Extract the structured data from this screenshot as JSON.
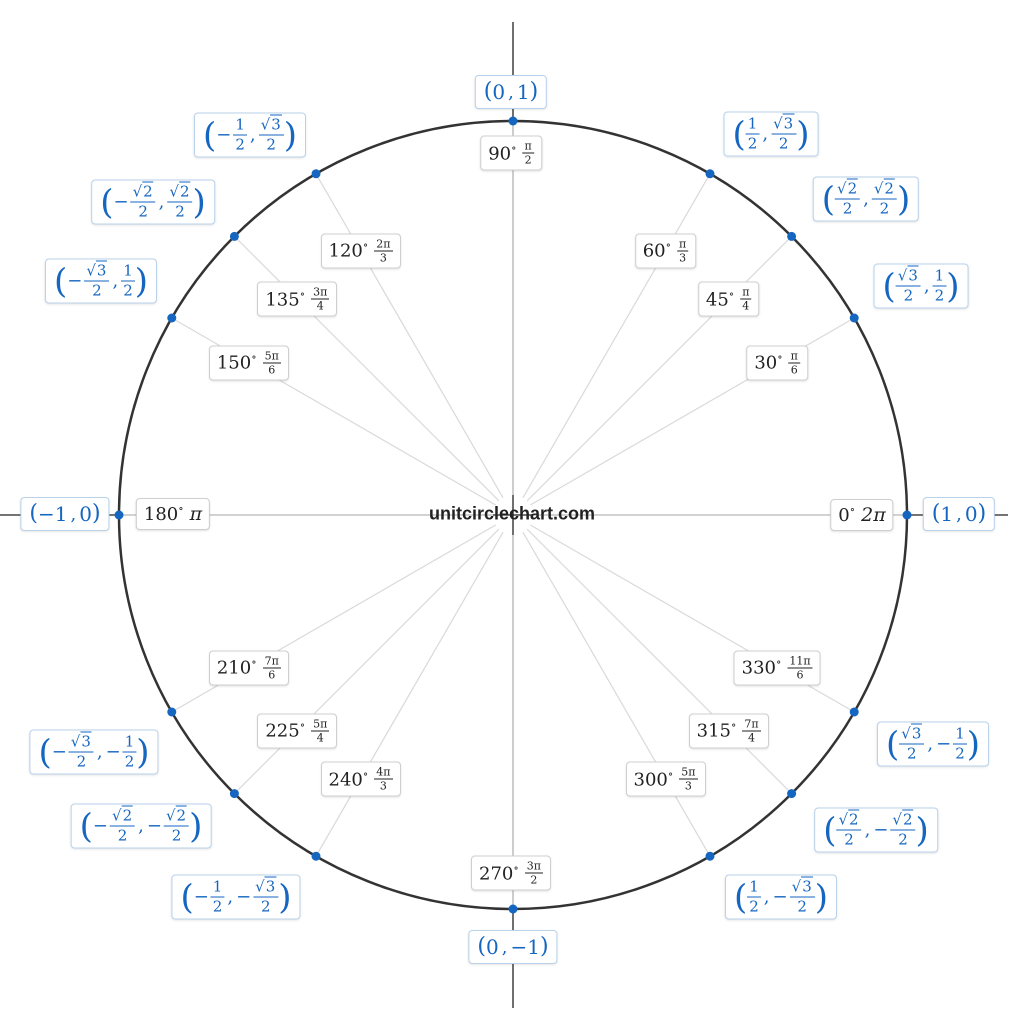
{
  "watermark": "unitcirclechart.com",
  "colors": {
    "circle": "#333333",
    "axis": "#222222",
    "spoke": "#d9d9d9",
    "point": "#1566c0",
    "coord_text": "#1566c0",
    "angle_text": "#222222"
  },
  "angles": [
    {
      "deg": "0",
      "rad_inline": "2π",
      "coord": "(1, 0)",
      "cx": {
        "v": "1"
      },
      "cy": {
        "v": "0"
      }
    },
    {
      "deg": "30",
      "rad_num": "π",
      "rad_den": "6",
      "coord": "(√3/2, 1/2)",
      "cx": {
        "n": "√3",
        "d": "2"
      },
      "cy": {
        "n": "1",
        "d": "2"
      }
    },
    {
      "deg": "45",
      "rad_num": "π",
      "rad_den": "4",
      "coord": "(√2/2, √2/2)",
      "cx": {
        "n": "√2",
        "d": "2"
      },
      "cy": {
        "n": "√2",
        "d": "2"
      }
    },
    {
      "deg": "60",
      "rad_num": "π",
      "rad_den": "3",
      "coord": "(1/2, √3/2)",
      "cx": {
        "n": "1",
        "d": "2"
      },
      "cy": {
        "n": "√3",
        "d": "2"
      }
    },
    {
      "deg": "90",
      "rad_num": "π",
      "rad_den": "2",
      "coord": "(0, 1)",
      "cx": {
        "v": "0"
      },
      "cy": {
        "v": "1"
      }
    },
    {
      "deg": "120",
      "rad_num": "2π",
      "rad_den": "3",
      "coord": "(−1/2, √3/2)",
      "cx": {
        "s": "−",
        "n": "1",
        "d": "2"
      },
      "cy": {
        "n": "√3",
        "d": "2"
      }
    },
    {
      "deg": "135",
      "rad_num": "3π",
      "rad_den": "4",
      "coord": "(−√2/2, √2/2)",
      "cx": {
        "s": "−",
        "n": "√2",
        "d": "2"
      },
      "cy": {
        "n": "√2",
        "d": "2"
      }
    },
    {
      "deg": "150",
      "rad_num": "5π",
      "rad_den": "6",
      "coord": "(−√3/2, 1/2)",
      "cx": {
        "s": "−",
        "n": "√3",
        "d": "2"
      },
      "cy": {
        "n": "1",
        "d": "2"
      }
    },
    {
      "deg": "180",
      "rad_inline": "π",
      "coord": "(−1, 0)",
      "cx": {
        "v": "−1"
      },
      "cy": {
        "v": "0"
      }
    },
    {
      "deg": "210",
      "rad_num": "7π",
      "rad_den": "6",
      "coord": "(−√3/2, −1/2)",
      "cx": {
        "s": "−",
        "n": "√3",
        "d": "2"
      },
      "cy": {
        "s": "−",
        "n": "1",
        "d": "2"
      }
    },
    {
      "deg": "225",
      "rad_num": "5π",
      "rad_den": "4",
      "coord": "(−√2/2, −√2/2)",
      "cx": {
        "s": "−",
        "n": "√2",
        "d": "2"
      },
      "cy": {
        "s": "−",
        "n": "√2",
        "d": "2"
      }
    },
    {
      "deg": "240",
      "rad_num": "4π",
      "rad_den": "3",
      "coord": "(−1/2, −√3/2)",
      "cx": {
        "s": "−",
        "n": "1",
        "d": "2"
      },
      "cy": {
        "s": "−",
        "n": "√3",
        "d": "2"
      }
    },
    {
      "deg": "270",
      "rad_num": "3π",
      "rad_den": "2",
      "coord": "(0, −1)",
      "cx": {
        "v": "0"
      },
      "cy": {
        "v": "−1"
      }
    },
    {
      "deg": "300",
      "rad_num": "5π",
      "rad_den": "3",
      "coord": "(1/2, −√3/2)",
      "cx": {
        "n": "1",
        "d": "2"
      },
      "cy": {
        "s": "−",
        "n": "√3",
        "d": "2"
      }
    },
    {
      "deg": "315",
      "rad_num": "7π",
      "rad_den": "4",
      "coord": "(√2/2, −√2/2)",
      "cx": {
        "n": "√2",
        "d": "2"
      },
      "cy": {
        "s": "−",
        "n": "√2",
        "d": "2"
      }
    },
    {
      "deg": "330",
      "rad_num": "11π",
      "rad_den": "6",
      "coord": "(√3/2, −1/2)",
      "cx": {
        "n": "√3",
        "d": "2"
      },
      "cy": {
        "s": "−",
        "n": "1",
        "d": "2"
      }
    }
  ]
}
